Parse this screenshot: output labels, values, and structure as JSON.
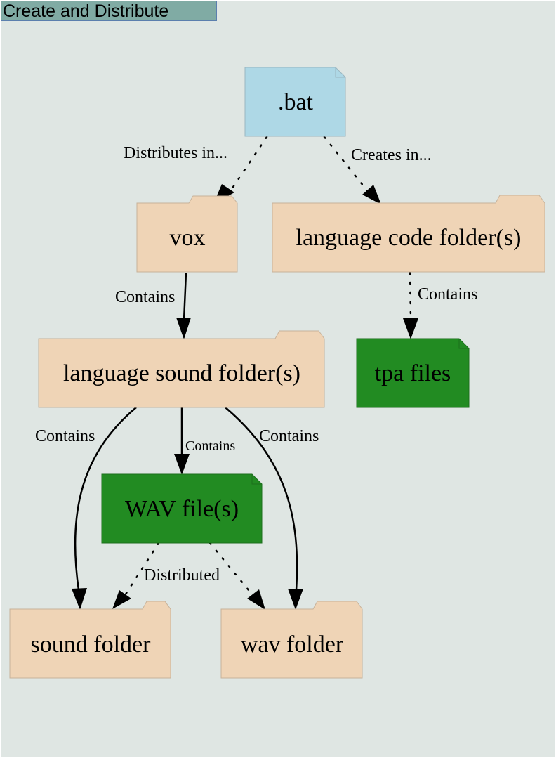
{
  "title": "Create and Distribute",
  "colors": {
    "background": "#dfe6e3",
    "title_tab": "#80aba4",
    "border": "#5b7fae",
    "file_blue": "#aed8e6",
    "folder": "#efd4b6",
    "file_green": "#228b22"
  },
  "nodes": {
    "bat": {
      "label": ".bat",
      "shape": "note-icon"
    },
    "vox": {
      "label": "vox",
      "shape": "folder-icon"
    },
    "language_code": {
      "label": "language code folder(s)",
      "shape": "folder-icon"
    },
    "tpa": {
      "label": "tpa files",
      "shape": "note-icon"
    },
    "language_sound": {
      "label": "language sound folder(s)",
      "shape": "folder-icon"
    },
    "wav_files": {
      "label": "WAV file(s)",
      "shape": "note-icon"
    },
    "sound_folder": {
      "label": "sound folder",
      "shape": "folder-icon"
    },
    "wav_folder": {
      "label": "wav folder",
      "shape": "folder-icon"
    }
  },
  "edges": {
    "bat_vox": {
      "label": "Distributes in...",
      "style": "dotted"
    },
    "bat_langcode": {
      "label": "Creates in...",
      "style": "dotted"
    },
    "vox_langsound": {
      "label": "Contains",
      "style": "solid"
    },
    "langcode_tpa": {
      "label": "Contains",
      "style": "dotted"
    },
    "langsound_sound": {
      "label": "Contains",
      "style": "solid"
    },
    "langsound_wav": {
      "label": "Contains",
      "style": "solid"
    },
    "langsound_wavfolder": {
      "label": "Contains",
      "style": "solid"
    },
    "wav_distributed": {
      "label": "Distributed",
      "style": "dotted"
    }
  }
}
